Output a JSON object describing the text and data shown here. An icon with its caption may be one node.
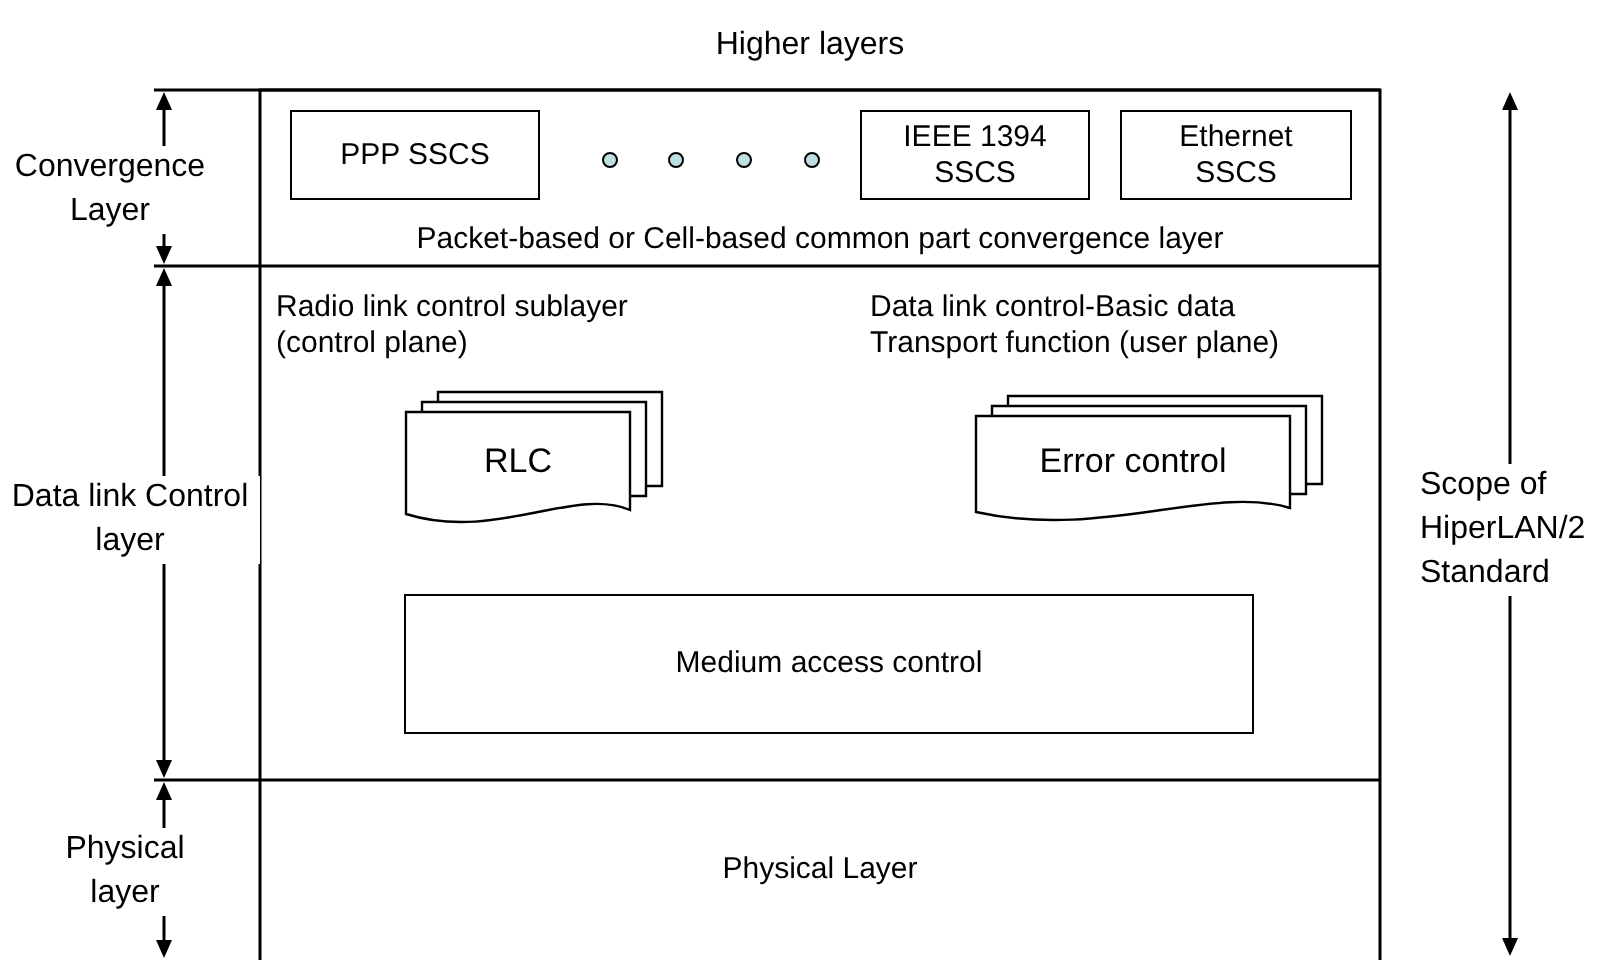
{
  "diagram": {
    "nodes": [
      {
        "text": [
          "Packet-based or Cell-based common part convergence layer"
        ]
      },
      {
        "text": [
          "PPP SSCS"
        ],
        "in": 0
      },
      {
        "text": [
          "IEEE 1394 SSCS"
        ],
        "in": 0
      },
      {
        "text": [
          "Ethernet SSCS"
        ],
        "in": 0
      },
      {
        "text": [
          "Radio link control sublayer (control plane)",
          "Data link control-Basic data Transport function (user plane)"
        ]
      },
      {
        "text": [
          "RLC"
        ],
        "in": 4
      },
      {
        "text": [
          "Error control"
        ],
        "in": 4
      },
      {
        "text": [
          "Medium access control"
        ],
        "in": 4
      },
      {
        "text": [
          "Physical Layer"
        ]
      }
    ],
    "edges": [],
    "labels": [
      "Higher layers",
      "Convergence Layer",
      "Data link Control layer",
      "Physical layer",
      "Scope of HiperLAN/2 Standard"
    ]
  }
}
